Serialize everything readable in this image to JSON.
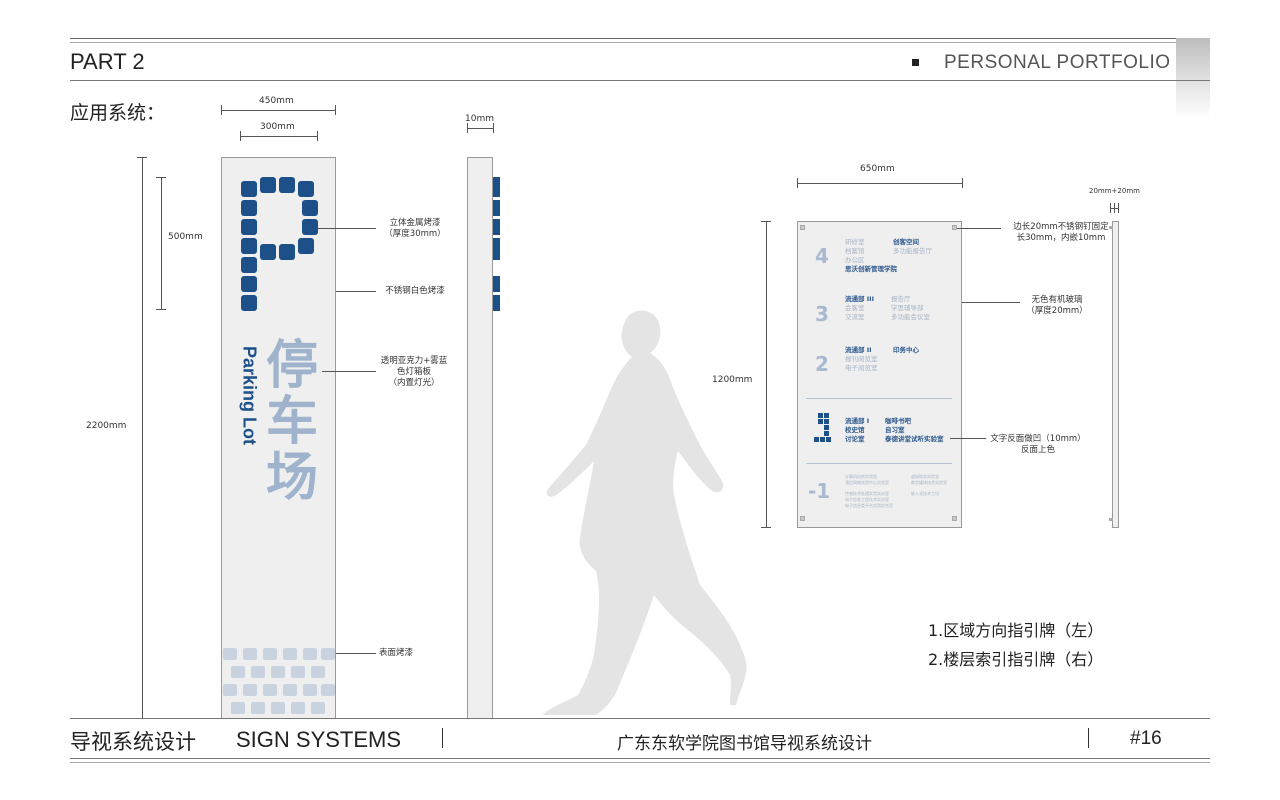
{
  "header": {
    "part": "PART 2",
    "portfolio": "PERSONAL PORTFOLIO",
    "section_title": "应用系统："
  },
  "left_sign": {
    "width_outer": "450mm",
    "width_inner": "300mm",
    "height_top": "500mm",
    "height_total": "2200mm",
    "english_label": "Parking Lot",
    "chinese_label": "停车场",
    "notes": {
      "metal": "立体金属烤漆",
      "metal_thickness": "（厚度30mm）",
      "steel": "不锈钢白色烤漆",
      "acrylic_1": "透明亚克力+雾蓝",
      "acrylic_2": "色灯箱板",
      "acrylic_3": "（内置灯光）",
      "surface": "表面烤漆"
    }
  },
  "side_sign": {
    "thickness": "10mm"
  },
  "directory": {
    "width": "650mm",
    "height": "1200mm",
    "side_dim": "20mm+20mm",
    "notes": {
      "bolt_1": "边长20mm不锈钢钉固定",
      "bolt_2": "长30mm，内嵌10mm",
      "glass_1": "无色有机玻璃",
      "glass_2": "（厚度20mm）",
      "text_1": "文字反面做凹（10mm）",
      "text_2": "反面上色"
    },
    "floors": [
      {
        "num": "4",
        "col1": [
          "研修室",
          "档案馆",
          "办公区"
        ],
        "col2": [
          "创客空间",
          "多功能报告厅"
        ],
        "extra": "思沃创新管理学院"
      },
      {
        "num": "3",
        "col1": [
          "流通部 III",
          "会客室",
          "交流室"
        ],
        "col2": [
          "报告厅",
          "学思辅导部",
          "多功能会议室"
        ]
      },
      {
        "num": "2",
        "col1": [
          "流通部 II",
          "报刊阅览室",
          "电子阅览室"
        ],
        "col2": [
          "印务中心"
        ]
      },
      {
        "num": "1",
        "col1": [
          "流通部 I",
          "校史馆",
          "讨论室"
        ],
        "col2": [
          "咖啡书吧",
          "自习室",
          "泰德讲堂试听实验室"
        ]
      },
      {
        "num": "-1",
        "col1": [
          "计算机机房实验室",
          "通信网络实验中心实验室",
          "传感技术处理实验实训室",
          "电子信息工程技术实训室",
          "电子信息类平台实验综合室"
        ],
        "col2": [
          "虚拟现实实验室",
          "数字媒体技术实验室",
          "嵌入式技术工坊"
        ]
      }
    ]
  },
  "legend": {
    "item1": "1.区域方向指引牌（左）",
    "item2": "2.楼层索引指引牌（右）"
  },
  "footer": {
    "left_cn": "导视系统设计",
    "left_en": "SIGN SYSTEMS",
    "center": "广东东软学院图书馆导视系统设计",
    "page": "#16"
  },
  "colors": {
    "brand_blue": "#1d4f88",
    "mist_blue": "#9fb3cc",
    "panel_gray": "#efefef",
    "silhouette": "#e4e4e4"
  }
}
